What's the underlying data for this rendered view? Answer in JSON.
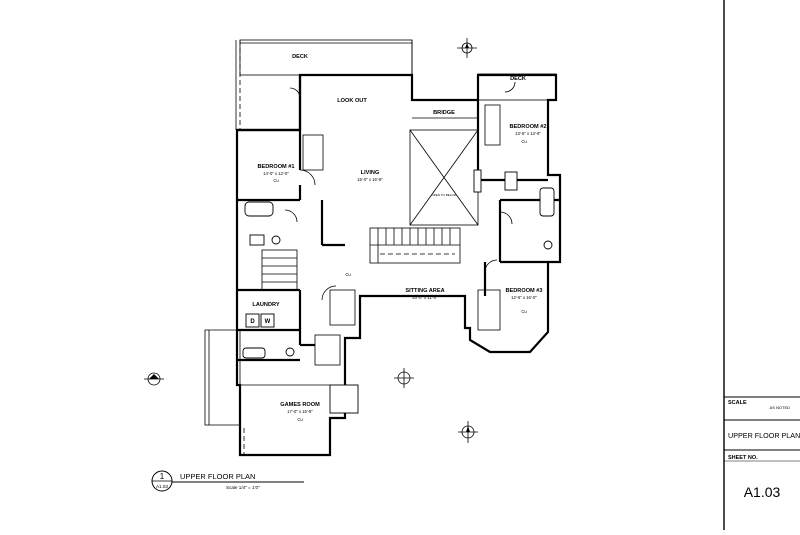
{
  "drawing": {
    "rooms": {
      "deck_top": "DECK",
      "deck_right": "DECK",
      "look_out": "LOOK OUT",
      "bridge": "BRIDGE",
      "living": "LIVING",
      "living_dim": "15'-0\" x 16'-8\"",
      "bedroom1": "BEDROOM #1",
      "bedroom1_dim": "14'-0\" x 12'-0\"",
      "bedroom2": "BEDROOM #2",
      "bedroom2_dim": "13'-6\" x 13'-9\"",
      "bedroom3": "BEDROOM #3",
      "bedroom3_dim": "12'-6\" x 16'-0\"",
      "sitting_area": "SITTING AREA",
      "sitting_area_dim": "20'-0\" x 11'-0\"",
      "laundry": "LAUNDRY",
      "games_room": "GAMES ROOM",
      "games_room_dim": "17'-0\" x 15'-8\"",
      "open_to_below": "OPEN TO BELOW",
      "dryer": "D",
      "washer": "W",
      "cu": "Cu"
    },
    "detail_title": "UPPER FLOOR PLAN",
    "detail_number": "1",
    "detail_sheet": "A1.03",
    "detail_scale": "Scale 1/4\" = 1'0\""
  },
  "title_block": {
    "scale_label": "SCALE",
    "scale_value": "AS NOTED",
    "sheet_title": "UPPER FLOOR PLAN",
    "sheet_no_label": "SHEET NO.",
    "sheet_no": "A1.03"
  }
}
